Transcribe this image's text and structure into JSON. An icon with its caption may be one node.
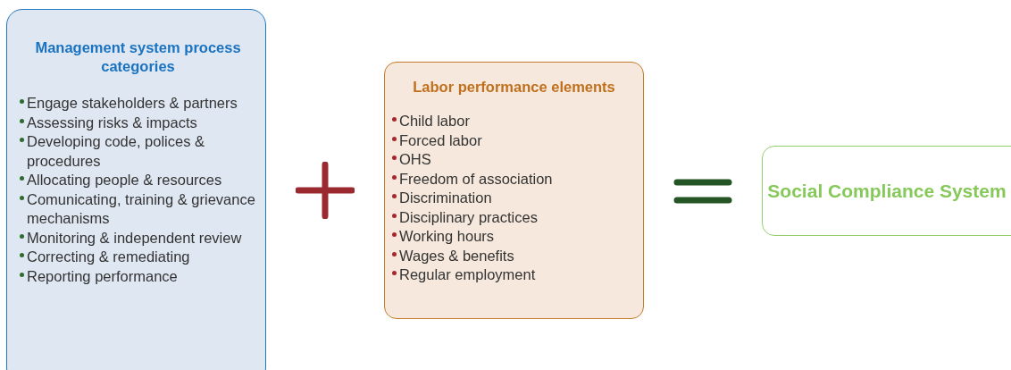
{
  "diagram": {
    "nodes": [
      {
        "text": [
          "Management system process categories",
          "Engage stakeholders & partners",
          "Assessing risks & impacts",
          "Developing code, polices & procedures",
          "Allocating people & resources",
          "Comunicating, training & grievance mechanisms",
          "Monitoring & independent review",
          "Correcting & remediating",
          "Reporting performance"
        ]
      },
      {
        "text": [
          "Labor performance elements",
          "Child labor",
          "Forced labor",
          "OHS",
          "Freedom of association",
          "Discrimination",
          "Disciplinary practices",
          "Working hours",
          "Wages & benefits",
          "Regular employment"
        ]
      },
      {
        "text": [
          "Social Compliance System"
        ]
      }
    ]
  }
}
